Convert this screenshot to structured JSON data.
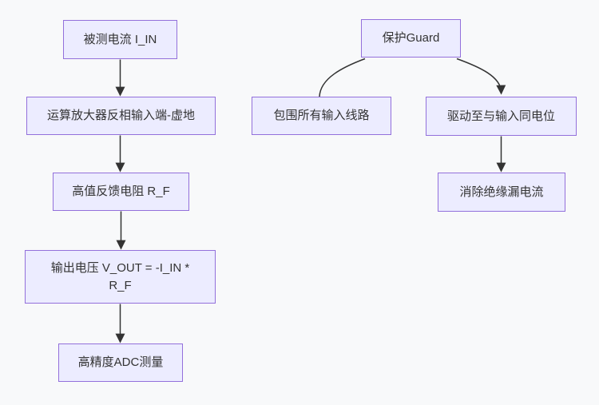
{
  "diagram": {
    "type": "flowchart",
    "direction": "top-down",
    "colors": {
      "background": "#f8f9fa",
      "node_fill": "#ececff",
      "node_border": "#9370db",
      "text": "#333333",
      "edge": "#333333"
    },
    "nodes": {
      "iin": {
        "label": "被测电流 I_IN"
      },
      "vground": {
        "label": "运算放大器反相输入端-虚地"
      },
      "rf": {
        "label": "高值反馈电阻 R_F"
      },
      "vout": {
        "label": "输出电压 V_OUT = -I_IN * R_F"
      },
      "adc": {
        "label": "高精度ADC测量"
      },
      "guard": {
        "label": "保护Guard"
      },
      "surround": {
        "label": "包围所有输入线路"
      },
      "drive": {
        "label": "驱动至与输入同电位"
      },
      "leak": {
        "label": "消除绝缘漏电流"
      }
    },
    "edges": [
      {
        "from": "iin",
        "to": "vground"
      },
      {
        "from": "vground",
        "to": "rf"
      },
      {
        "from": "rf",
        "to": "vout"
      },
      {
        "from": "vout",
        "to": "adc"
      },
      {
        "from": "guard",
        "to": "surround"
      },
      {
        "from": "guard",
        "to": "drive"
      },
      {
        "from": "drive",
        "to": "leak"
      }
    ]
  }
}
